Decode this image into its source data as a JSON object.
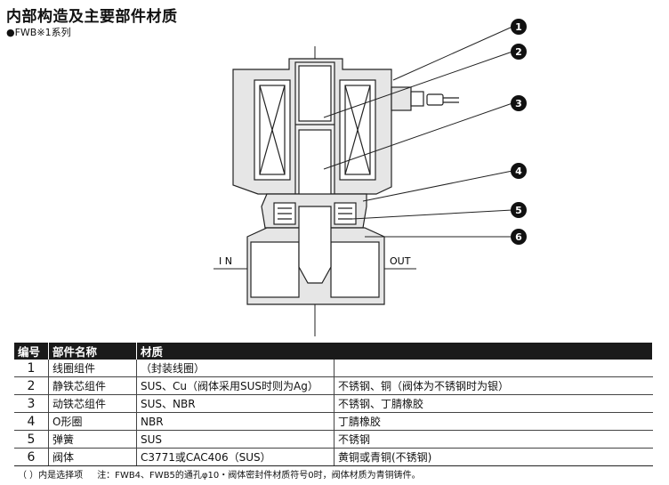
{
  "title": "内部构造及主要部件材质",
  "subtitle": "●FWB※1系列",
  "diagram": {
    "callouts": [
      "1",
      "2",
      "3",
      "4",
      "5",
      "6"
    ],
    "in_label": "I N",
    "out_label": "OUT"
  },
  "table": {
    "headers": [
      "编号",
      "部件名称",
      "材质"
    ],
    "rows": [
      {
        "no": "1",
        "name": "线圈组件",
        "mat_a": "（封装线圈）",
        "mat_b": ""
      },
      {
        "no": "2",
        "name": "静铁芯组件",
        "mat_a": "SUS、Cu（阀体采用SUS时则为Ag）",
        "mat_b": "不锈钢、铜（阀体为不锈钢时为银）"
      },
      {
        "no": "3",
        "name": "动铁芯组件",
        "mat_a": "SUS、NBR",
        "mat_b": "不锈钢、丁腈橡胶"
      },
      {
        "no": "4",
        "name": "O形圈",
        "mat_a": "NBR",
        "mat_b": "丁腈橡胶"
      },
      {
        "no": "5",
        "name": "弹簧",
        "mat_a": "SUS",
        "mat_b": "不锈钢"
      },
      {
        "no": "6",
        "name": "阀体",
        "mat_a": "C3771或CAC406（SUS）",
        "mat_b": "黄铜或青铜(不锈钢)"
      }
    ]
  },
  "note": {
    "left": "（  ）内是选择项",
    "right": "注：FWB4、FWB5的通孔φ10・阀体密封件材质符号0时，阀体材质为青铜铸件。"
  }
}
